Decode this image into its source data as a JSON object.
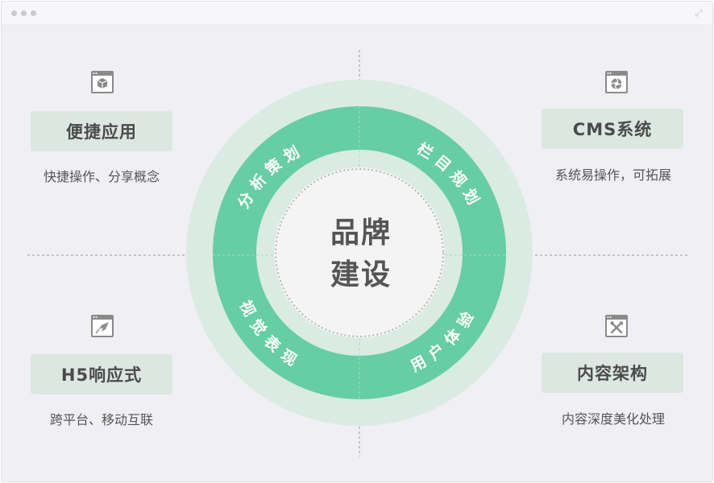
{
  "center": {
    "line1": "品牌",
    "line2": "建设"
  },
  "ring_labels": {
    "top_left": "分析策划",
    "top_right": "栏目规划",
    "bottom_left": "视觉表现",
    "bottom_right": "用户体验"
  },
  "cards": {
    "top_left": {
      "title": "便捷应用",
      "desc": "快捷操作、分享概念",
      "icon": "window-box-icon"
    },
    "top_right": {
      "title": "CMS系统",
      "desc": "系统易操作，可拓展",
      "icon": "window-camera-icon"
    },
    "bottom_left": {
      "title": "H5响应式",
      "desc": "跨平台、移动互联",
      "icon": "window-rocket-icon"
    },
    "bottom_right": {
      "title": "内容架构",
      "desc": "内容深度美化处理",
      "icon": "window-tools-icon"
    }
  },
  "colors": {
    "ring_outer": "#d9ebe3",
    "ring_main": "#66cda4",
    "ring_inner": "#d9ebe3",
    "center_fill": "#f4f4f4",
    "card_bg": "#dde7e2",
    "icon_gray": "#8a8a8a"
  }
}
